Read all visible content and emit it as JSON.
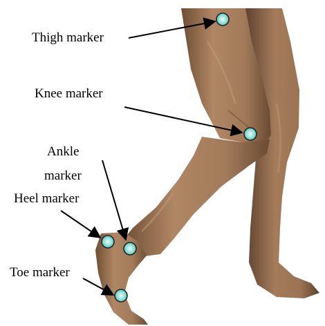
{
  "labels": {
    "thigh": "Thigh marker",
    "knee": "Knee marker",
    "ankle_line1": "Ankle",
    "ankle_line2": "marker",
    "heel": "Heel marker",
    "toe": "Toe marker"
  },
  "colors": {
    "skin": "#a27b5a",
    "skin_shadow": "#6e4d34",
    "skin_highlight": "#c59e7c",
    "marker_fill": "#7fd9cc",
    "marker_center": "#e6fbff",
    "marker_ring": "#1a2a28",
    "arrow": "#000000",
    "background": "#ffffff"
  }
}
